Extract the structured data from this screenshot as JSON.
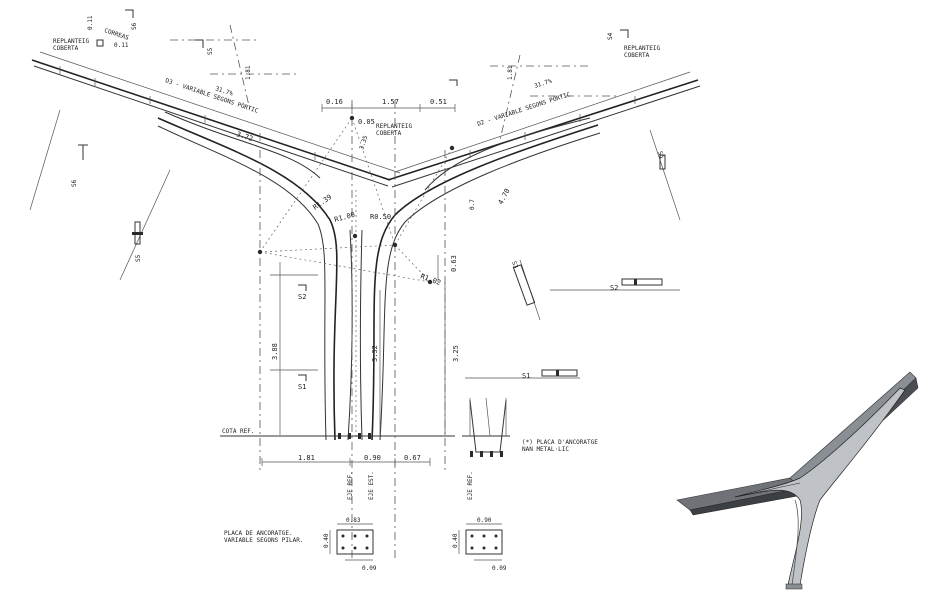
{
  "labels": {
    "replanteig_left": "REPLANTEIG",
    "coberta_left": "COBERTA",
    "correas": "CORREAS",
    "corr_011a": "0.11",
    "corr_011b": "0.11",
    "s6_top": "S6",
    "s5_top": "S5",
    "s4_top": "S4",
    "replanteig_right": "REPLANTEIG",
    "coberta_right": "COBERTA",
    "slope_left": "31.7%",
    "slope_right": "31.7%",
    "rise_left": "1.81",
    "rise_right": "1.81",
    "d3": "D3 - VARIABLE SEGONS PÒRTIC",
    "d2": "D2 - VARIABLE SEGONS PÒRTIC",
    "dim_016": "0.16",
    "dim_157": "1.57",
    "dim_051": "0.51",
    "dim_005": "0.05",
    "replanteig_center": "REPLANTEIG",
    "coberta_center": "COBERTA",
    "dim_372": "3.72",
    "dim_470": "4.70",
    "r139": "R1.39",
    "r100": "R1.00",
    "r050": "R0.50",
    "r102": "R1.02",
    "dim_063": "0.63",
    "dim_335": "3.35",
    "dim_07": "0.7",
    "s6_left": "S6",
    "s5_left": "S5",
    "s2_mid": "S2",
    "s1_mid": "S1",
    "s5_right": "S5",
    "s3_right": "S3",
    "s2_right": "S2",
    "s1_right": "S1",
    "dim_388": "3.88",
    "dim_332": "3.32",
    "dim_325": "3.25",
    "cota_ref": "COTA REF.",
    "dim_181": "1.81",
    "dim_090": "0.90",
    "dim_067": "0.67",
    "placa_note_1": "(*) PLACA D'ANCORATGE",
    "placa_note_2": "NAN METAL·LIC",
    "eje_ref_a": "EJE REF.",
    "eje_est": "EJE EST.",
    "eje_ref_b": "EJE REF.",
    "placa_title_1": "PLACA DE ANCORATGE.",
    "placa_title_2": "VARIABLE SEGONS PILAR.",
    "plate1_w": "0.83",
    "plate1_h": "0.40",
    "plate1_e": "0.09",
    "plate2_w": "0.90",
    "plate2_h": "0.40",
    "plate2_e": "0.09"
  }
}
